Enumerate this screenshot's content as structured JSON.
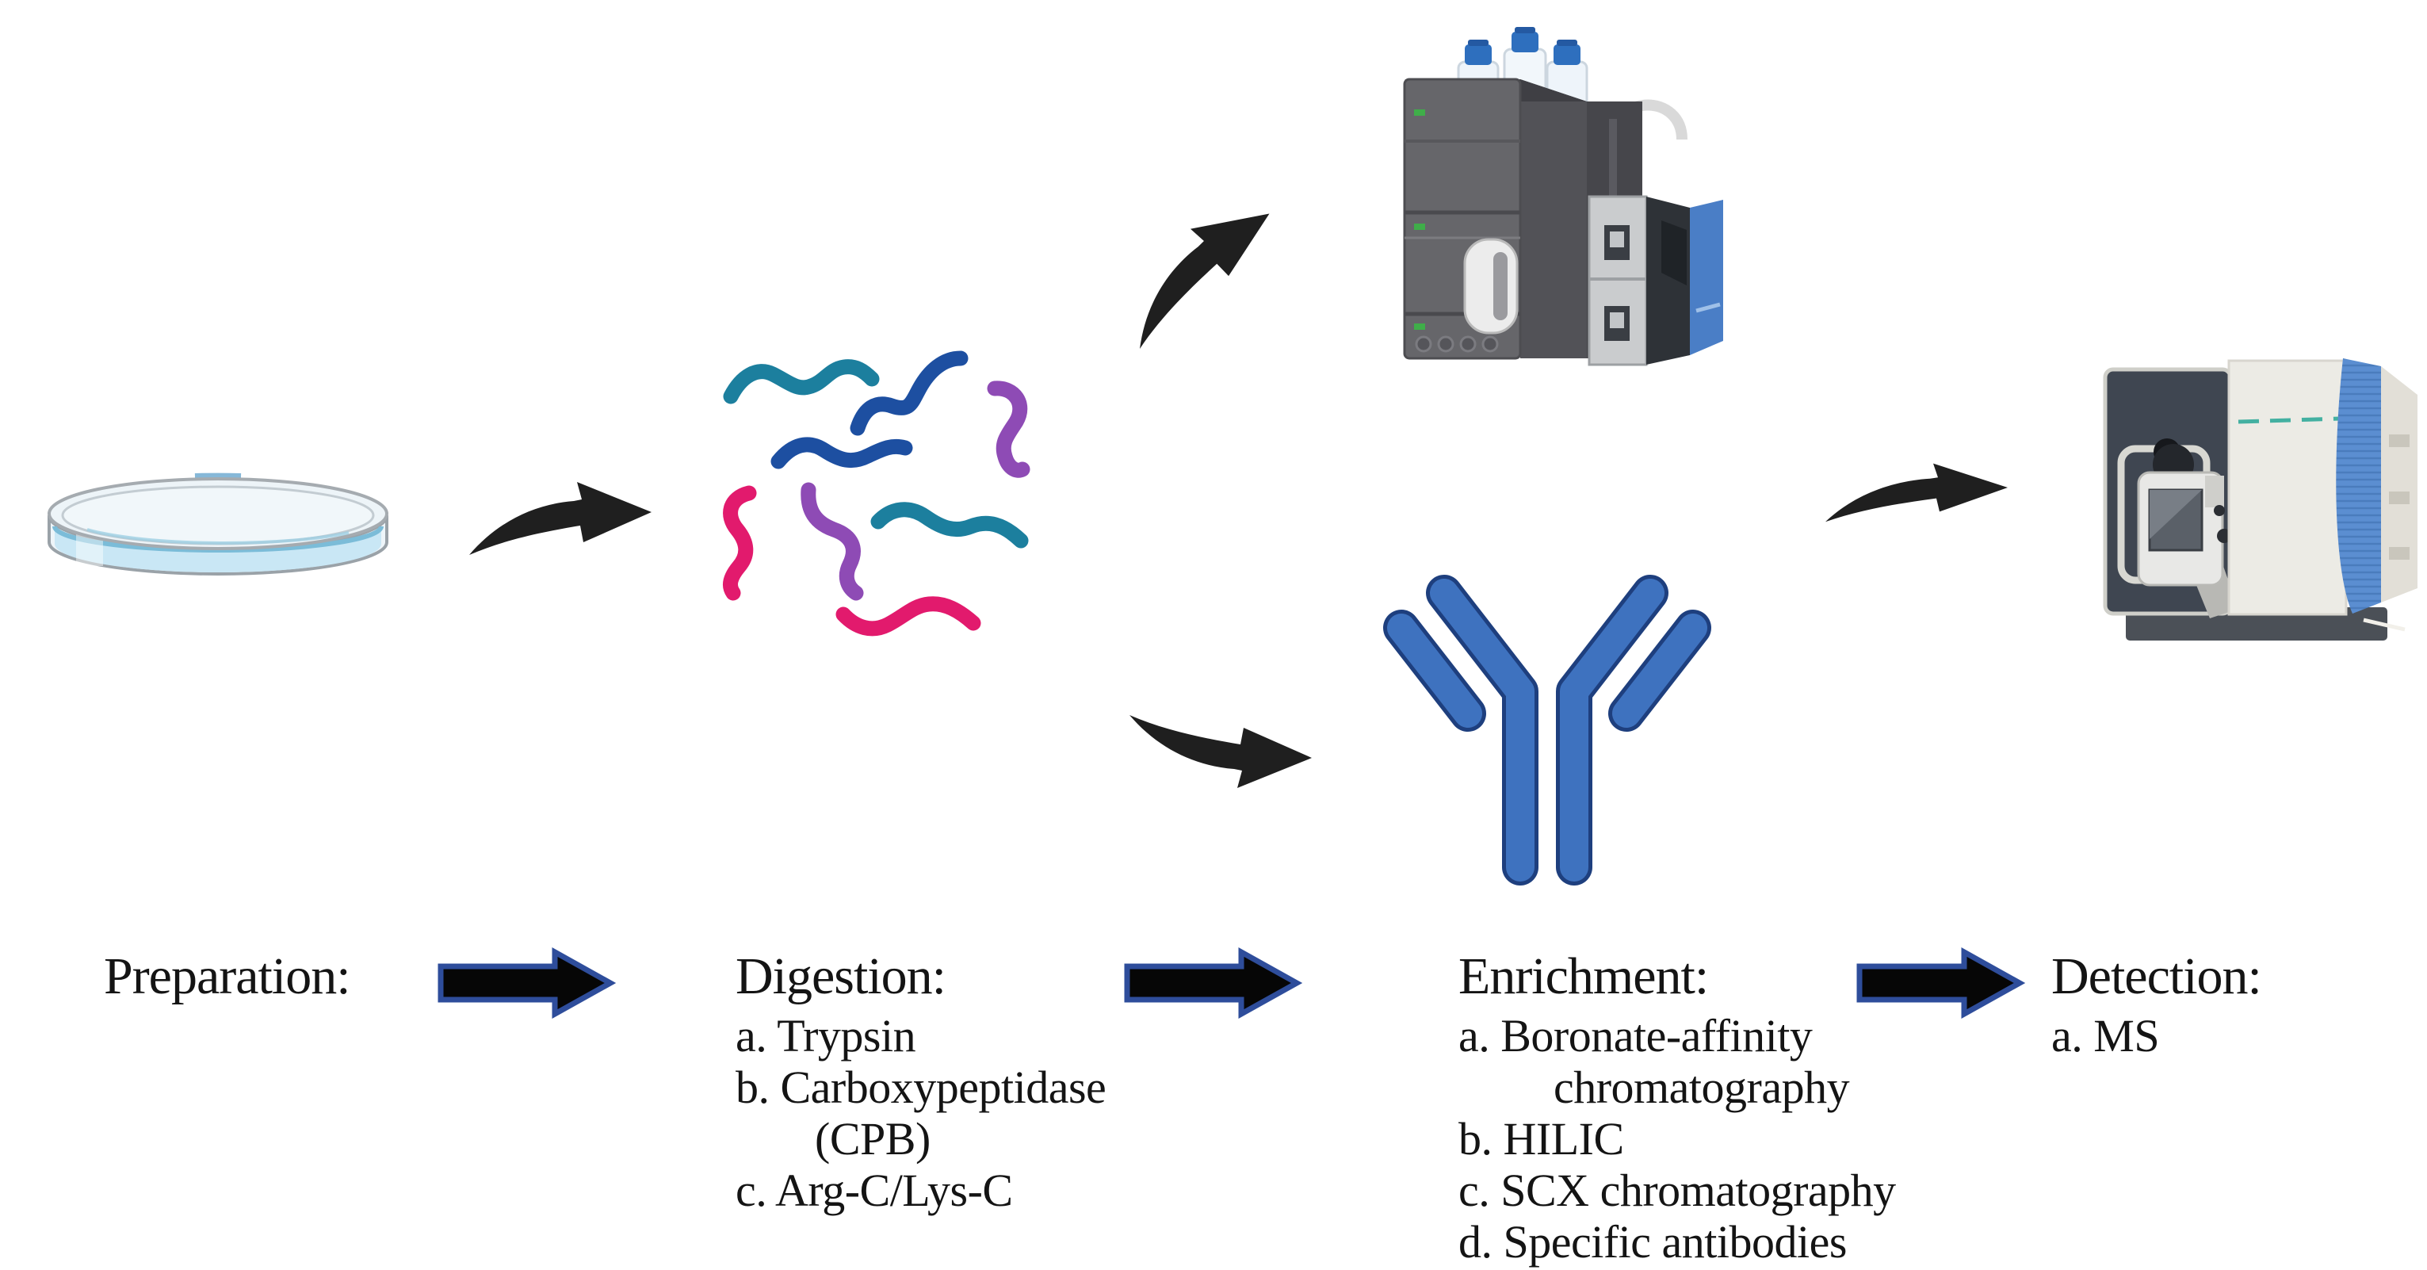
{
  "figure": {
    "description": "Workflow diagram: sample preparation, digestion, enrichment and detection",
    "steps": [
      {
        "label": "Preparation:",
        "items": []
      },
      {
        "label": "Digestion:",
        "items": [
          "a. Trypsin",
          "b. Carboxypeptidase",
          "(CPB)",
          "c. Arg-C/Lys-C"
        ]
      },
      {
        "label": "Enrichment:",
        "items": [
          "a. Boronate-affinity",
          "chromatography",
          "b. HILIC",
          "c. SCX chromatography",
          "d. Specific antibodies"
        ]
      },
      {
        "label": "Detection:",
        "items": [
          "a. MS"
        ]
      }
    ],
    "illustrations": [
      "petri-dish-icon",
      "peptide-fragments-icon",
      "hplc-instrument-icon",
      "antibody-icon",
      "mass-spectrometer-icon"
    ],
    "arrows": {
      "block_arrow_count": 3,
      "curved_arrow_count": 4
    }
  },
  "colors": {
    "teal": "#1c7f9e",
    "navy": "#1d4fa1",
    "purple": "#8e4bb5",
    "pink": "#e21a6d",
    "antibody-fill": "#3e72bf",
    "antibody-outline": "#1e3f7e",
    "arrow-outline": "#2e4d9b",
    "hplc-blue": "#4a7ec6",
    "ms-blue": "#5b8ed1",
    "dish-liquid": "#c9e7f5"
  }
}
